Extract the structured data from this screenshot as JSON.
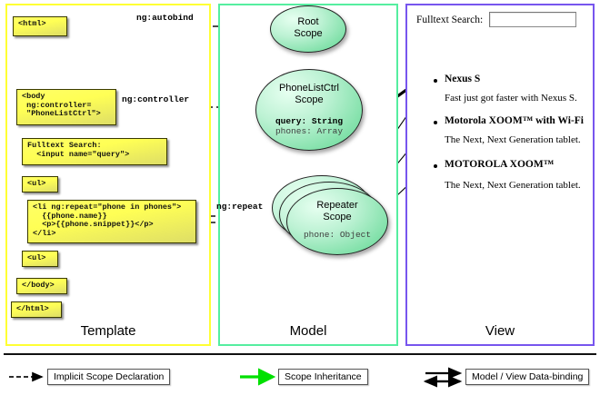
{
  "diagram": {
    "title": "AngularJS Scope / Template / Model / View diagram",
    "columns": [
      {
        "key": "template",
        "label": "Template",
        "border_color": "#ffff33"
      },
      {
        "key": "model",
        "label": "Model",
        "border_color": "#55eea0"
      },
      {
        "key": "view",
        "label": "View",
        "border_color": "#7755ee"
      }
    ]
  },
  "template": {
    "boxes": [
      {
        "id": "html-open",
        "text": "<html>"
      },
      {
        "id": "body-open",
        "text": "<body\n ng:controller=\n \"PhoneListCtrl\">"
      },
      {
        "id": "fulltext-search",
        "text": "Fulltext Search:\n  <input name=\"query\">"
      },
      {
        "id": "ul-open",
        "text": "<ul>"
      },
      {
        "id": "li-repeat",
        "text": "<li ng:repeat=\"phone in phones\">\n  {{phone.name}}\n  <p>{{phone.snippet}}</p>\n</li>"
      },
      {
        "id": "ul-close",
        "text": "<ul>"
      },
      {
        "id": "body-close",
        "text": "</body>"
      },
      {
        "id": "html-close",
        "text": "</html>"
      }
    ]
  },
  "model": {
    "scopes": [
      {
        "id": "root-scope",
        "title_line1": "Root",
        "title_line2": "Scope",
        "properties": []
      },
      {
        "id": "phonelistctrl-scope",
        "title_line1": "PhoneListCtrl",
        "title_line2": "Scope",
        "properties": [
          {
            "text": "query: String",
            "emphasis": "bold"
          },
          {
            "text": "phones: Array",
            "emphasis": "dim"
          }
        ]
      },
      {
        "id": "repeater-scope",
        "title_line1": "Repeater",
        "title_line2": "Scope",
        "stacked_count": 3,
        "properties": [
          {
            "text": "phone: Object",
            "emphasis": "dim"
          }
        ]
      }
    ]
  },
  "view": {
    "search_label": "Fulltext Search:",
    "search_value": "",
    "search_placeholder": "",
    "items": [
      {
        "title": "Nexus S",
        "description": "Fast just got faster with Nexus S."
      },
      {
        "title": "Motorola XOOM™  with Wi-Fi",
        "description": "The Next, Next Generation tablet."
      },
      {
        "title": "MOTOROLA XOOM™",
        "description": "The Next, Next Generation tablet."
      }
    ]
  },
  "edges": [
    {
      "id": "ng-autobind",
      "label": "ng:autobind",
      "kind": "implicit-scope-declaration"
    },
    {
      "id": "ng-controller",
      "label": "ng:controller",
      "kind": "implicit-scope-declaration"
    },
    {
      "id": "ng-repeat",
      "label": "ng:repeat",
      "kind": "implicit-scope-declaration"
    }
  ],
  "legend": {
    "items": [
      {
        "id": "implicit-scope-declaration",
        "label": "Implicit Scope Declaration",
        "arrow": "dashed-black",
        "color": "#000000"
      },
      {
        "id": "scope-inheritance",
        "label": "Scope Inheritance",
        "arrow": "solid-green",
        "color": "#00dd00"
      },
      {
        "id": "model-view-data-binding",
        "label": "Model / View Data-binding",
        "arrow": "double-black",
        "color": "#000000"
      }
    ]
  }
}
